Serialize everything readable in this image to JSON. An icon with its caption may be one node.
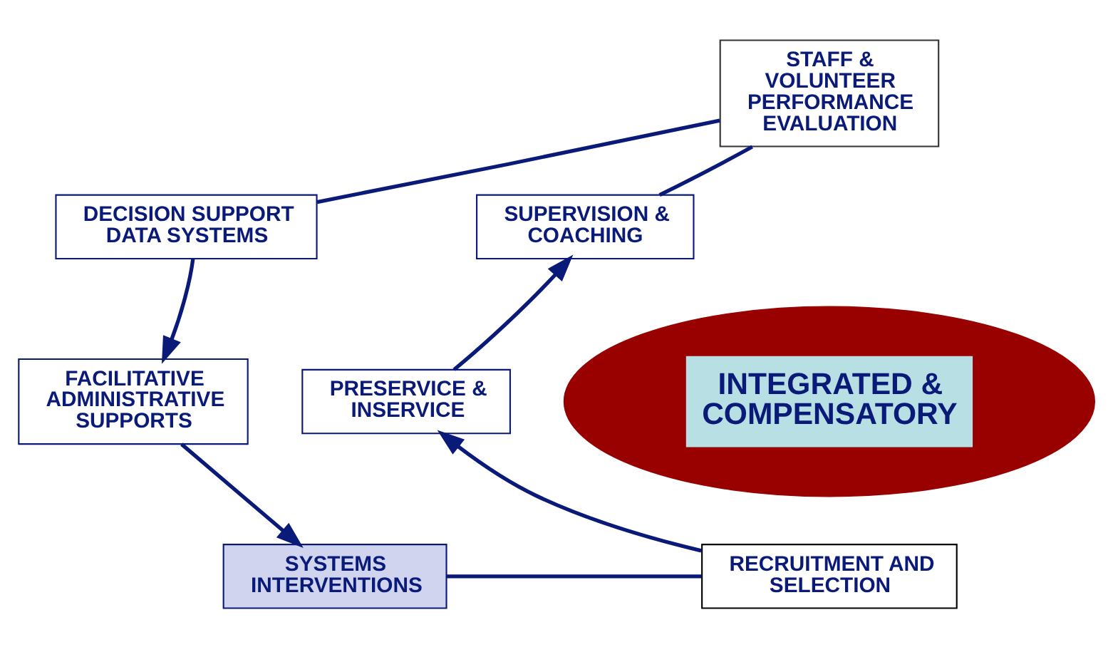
{
  "diagram": {
    "nodes": [
      {
        "text": [
          "STAFF & VOLUNTEER PERFORMANCE EVALUATION"
        ]
      },
      {
        "text": [
          "DECISION SUPPORT DATA SYSTEMS"
        ]
      },
      {
        "text": [
          "FACILITATIVE ADMINISTRATIVE SUPPORTS"
        ]
      },
      {
        "text": [
          "SYSTEMS INTERVENTIONS"
        ]
      },
      {
        "text": [
          "RECRUITMENT AND SELECTION"
        ]
      },
      {
        "text": [
          "PRESERVICE & INSERVICE"
        ]
      },
      {
        "text": [
          "SUPERVISION & COACHING"
        ]
      },
      {
        "text": [
          "INTEGRATED & COMPENSATORY"
        ]
      }
    ],
    "edges": [
      {
        "from": 0,
        "to": 1,
        "arrow": "none"
      },
      {
        "from": 1,
        "to": 2,
        "arrow": "to"
      },
      {
        "from": 2,
        "to": 3,
        "arrow": "to"
      },
      {
        "from": 3,
        "to": 4,
        "arrow": "none"
      },
      {
        "from": 4,
        "to": 5,
        "arrow": "to"
      },
      {
        "from": 5,
        "to": 6,
        "arrow": "to"
      },
      {
        "from": 6,
        "to": 0,
        "arrow": "none"
      }
    ]
  }
}
